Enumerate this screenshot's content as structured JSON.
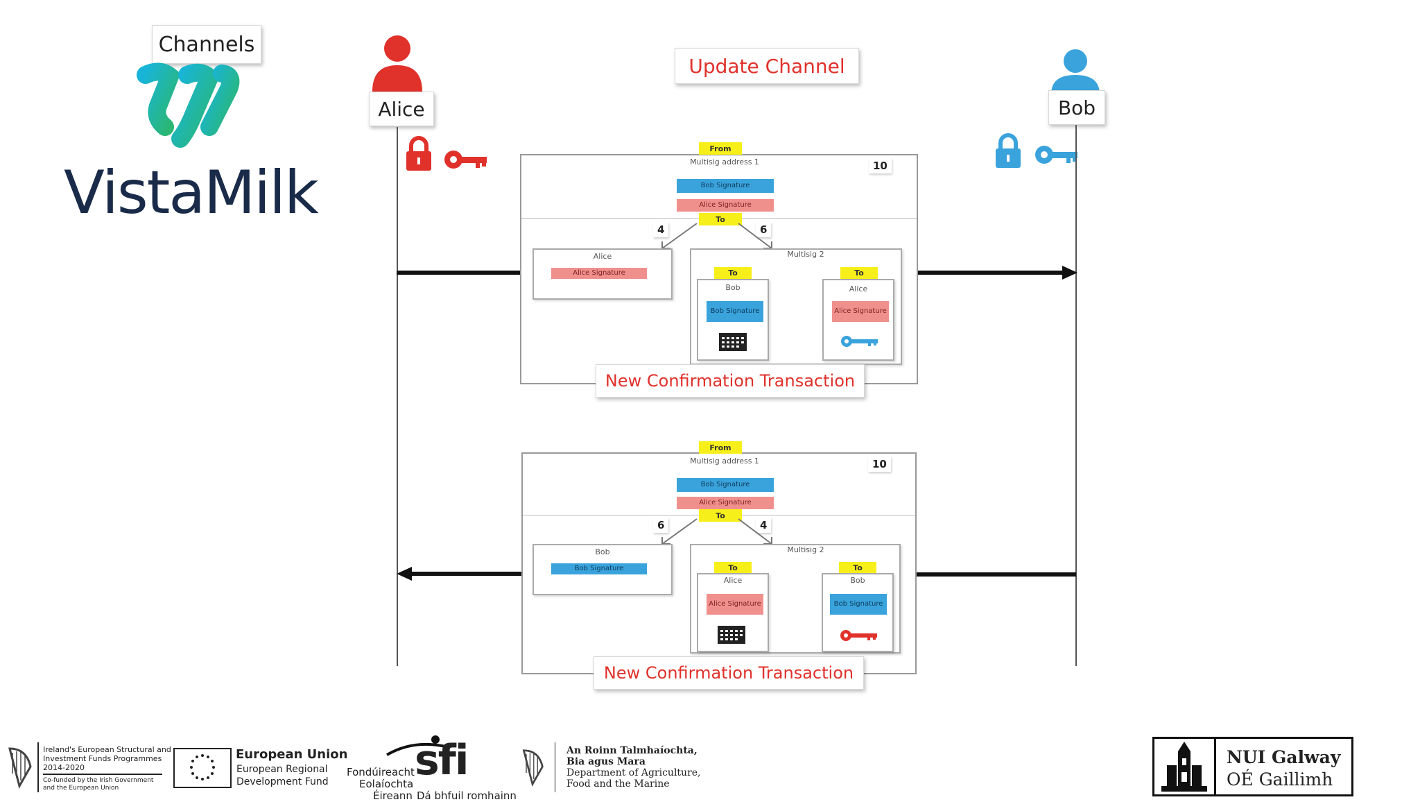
{
  "header": {
    "channels_label": "Channels",
    "logo_name": "VistaMilk",
    "update_label": "Update Channel"
  },
  "participants": {
    "alice": "Alice",
    "bob": "Bob"
  },
  "transactions": [
    {
      "from_label": "From",
      "multisig_address": "Multisig address 1",
      "amount": "10",
      "sig1": "Bob Signature",
      "sig2": "Alice Signature",
      "to_label": "To",
      "left_amount": "4",
      "right_amount": "6",
      "left_output": {
        "name": "Alice",
        "sig": "Alice Signature"
      },
      "multisig2": "Multisig 2",
      "branch_a": {
        "to": "To",
        "name": "Bob",
        "sig": "Bob Signature"
      },
      "branch_b": {
        "to": "To",
        "name": "Alice",
        "sig": "Alice Signature"
      },
      "caption": "New Confirmation Transaction"
    },
    {
      "from_label": "From",
      "multisig_address": "Multisig address 1",
      "amount": "10",
      "sig1": "Bob Signature",
      "sig2": "Alice Signature",
      "to_label": "To",
      "left_amount": "6",
      "right_amount": "4",
      "left_output": {
        "name": "Bob",
        "sig": "Bob Signature"
      },
      "multisig2": "Multisig 2",
      "branch_a": {
        "to": "To",
        "name": "Alice",
        "sig": "Alice Signature"
      },
      "branch_b": {
        "to": "To",
        "name": "Bob",
        "sig": "Bob Signature"
      },
      "caption": "New Confirmation Transaction"
    }
  ],
  "footer": {
    "ireland_funds": [
      "Ireland's European Structural and",
      "Investment Funds Programmes",
      "2014-2020"
    ],
    "cofunded": [
      "Co-funded by the Irish Government",
      "and the European Union"
    ],
    "eu_title": "European Union",
    "eu_sub": [
      "European Regional",
      "Development Fund"
    ],
    "sfi_left": [
      "Fondúireacht",
      "Eolaíochta",
      "Éireann"
    ],
    "sfi_logo": "sfi",
    "sfi_tag": "Dá bhfuil romhainn",
    "dept": [
      "An Roinn Talmhaíochta,",
      "Bia agus Mara",
      "Department of Agriculture,",
      "Food and the Marine"
    ],
    "nui": [
      "NUI Galway",
      "OÉ Gaillimh"
    ]
  },
  "colors": {
    "alice": "#e0312b",
    "bob": "#3aa3dc",
    "highlight": "#f7ef1a",
    "logo_navy": "#1a2b4a"
  }
}
